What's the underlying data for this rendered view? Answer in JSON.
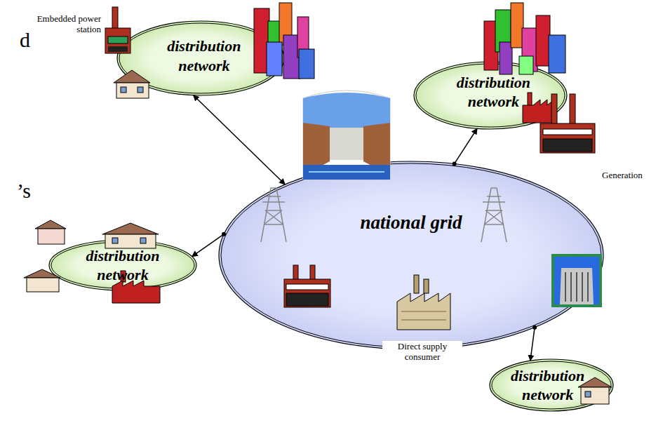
{
  "diagram": {
    "nodes": [
      {
        "text": [
          "distribution network"
        ]
      },
      {
        "text": [
          "distribution network"
        ]
      },
      {
        "text": [
          "national grid"
        ]
      },
      {
        "text": [
          "distribution network"
        ]
      },
      {
        "text": [
          "distribution network"
        ]
      }
    ],
    "edges": [
      {
        "from": 0,
        "to": 2,
        "arrow": "both"
      },
      {
        "from": 2,
        "to": 1,
        "arrow": "to"
      },
      {
        "from": 2,
        "to": 3,
        "arrow": "to"
      },
      {
        "from": 2,
        "to": 4,
        "arrow": "to"
      }
    ],
    "labels": [
      "Embedded power station",
      "Generation",
      "Direct supply consumer",
      "d",
      "’s"
    ]
  }
}
